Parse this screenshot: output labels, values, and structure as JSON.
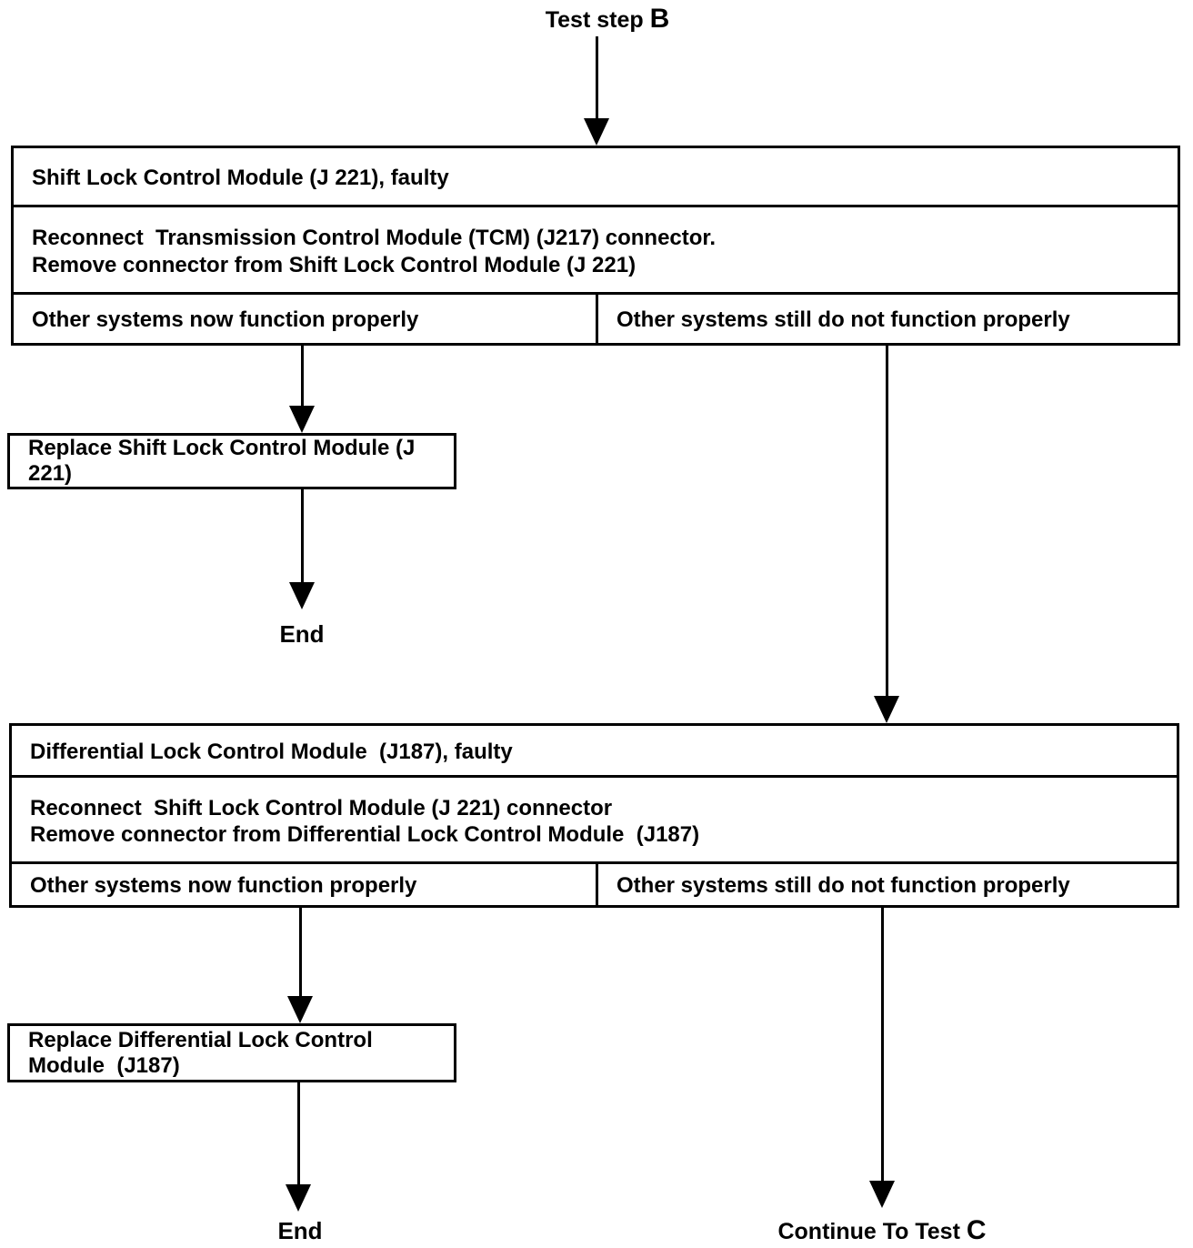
{
  "palette": {
    "background": "#ffffff",
    "ink": "#000000"
  },
  "start": {
    "label": "Test step ",
    "step": "B"
  },
  "block1": {
    "title": "Shift Lock Control Module (J 221), faulty",
    "instruction_line1": "Reconnect  Transmission Control Module (TCM) (J217) connector.",
    "instruction_line2": "Remove connector from Shift Lock Control Module (J 221)",
    "outcome_left": "Other systems now function properly",
    "outcome_right": "Other systems still do not function properly",
    "action": "Replace Shift Lock Control Module (J 221)",
    "terminal": "End"
  },
  "block2": {
    "title": "Differential Lock Control Module  (J187), faulty",
    "instruction_line1": "Reconnect  Shift Lock Control Module (J 221) connector",
    "instruction_line2": "Remove connector from Differential Lock Control Module  (J187)",
    "outcome_left": "Other systems now function properly",
    "outcome_right": "Other systems still do not function properly",
    "action": "Replace Differential Lock Control Module  (J187)",
    "terminal": "End"
  },
  "continue": {
    "label": "Continue To Test ",
    "step": "C"
  }
}
